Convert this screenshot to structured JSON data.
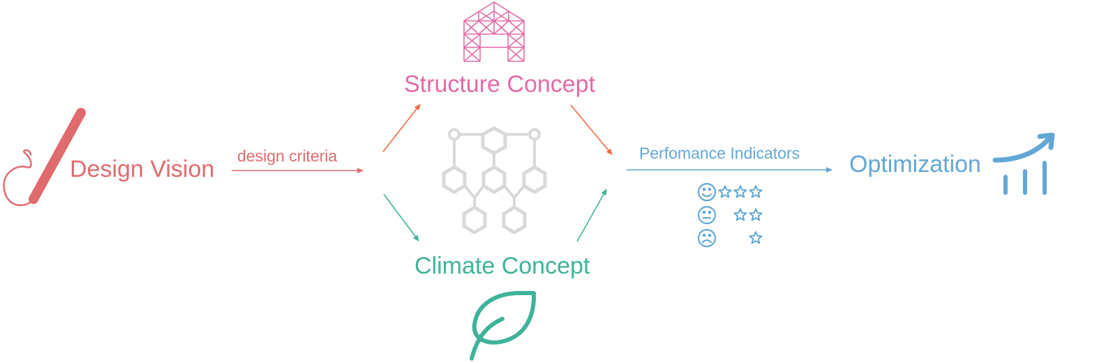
{
  "nodes": {
    "design_vision": "Design Vision",
    "structure": "Structure Concept",
    "climate": "Climate Concept",
    "optimization": "Optimization"
  },
  "edges": {
    "design_criteria": "design criteria",
    "performance": "Perfomance Indicators"
  },
  "ratings": [
    {
      "face": "happy",
      "stars": 3
    },
    {
      "face": "neutral",
      "stars": 2
    },
    {
      "face": "sad",
      "stars": 1
    }
  ],
  "colors": {
    "design": "#e06b6e",
    "structure": "#e46aa8",
    "climate": "#3fb39a",
    "performance": "#62a7d6",
    "arrow_orange": "#ee6a43",
    "network": "#d9d9d9"
  },
  "icons": [
    "pen-icon",
    "house-frame-icon",
    "network-icon",
    "leaf-icon",
    "rating-icon",
    "chart-trend-icon"
  ]
}
